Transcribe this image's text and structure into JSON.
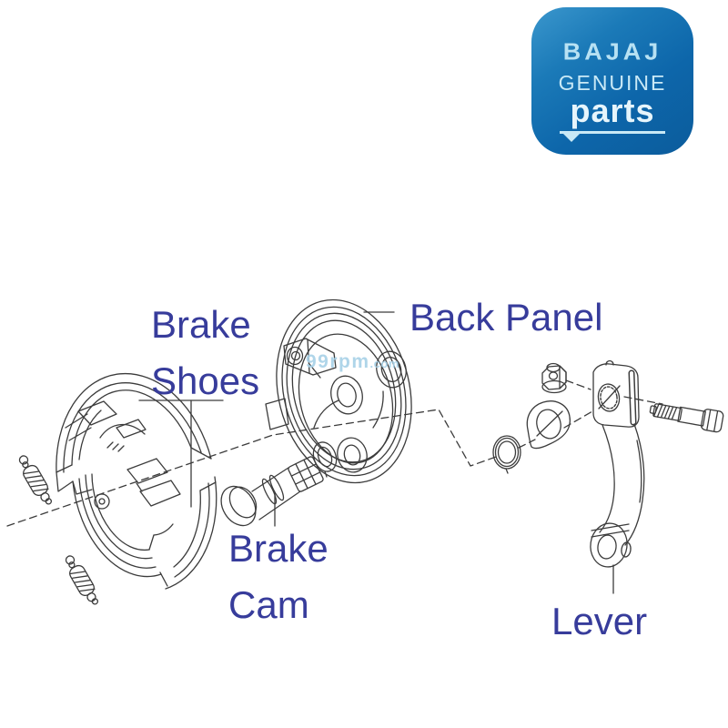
{
  "logo": {
    "brand": "BAJAJ",
    "genuine": "GENUINE",
    "parts": "parts",
    "bg_color_top": "#3b97cd",
    "bg_color_bottom": "#0c5c9c",
    "text_color": "#c9e9f6"
  },
  "watermark": {
    "text": "99rpm",
    "suffix": ".com",
    "color": "#a9d2e8"
  },
  "labels": {
    "color": "#373c9b",
    "brake_shoes": {
      "line1": "Brake",
      "line2": "Shoes"
    },
    "back_panel": {
      "text": "Back Panel"
    },
    "brake_cam": {
      "line1": "Brake",
      "line2": "Cam"
    },
    "lever": {
      "text": "Lever"
    }
  },
  "diagram": {
    "type": "exploded-parts-drawing",
    "parts": [
      "return-spring-upper",
      "return-spring-lower",
      "brake-shoes",
      "brake-cam",
      "cam-washer",
      "back-panel",
      "circlip",
      "dust-cover",
      "flange-nut",
      "brake-lever",
      "hex-bolt"
    ]
  }
}
